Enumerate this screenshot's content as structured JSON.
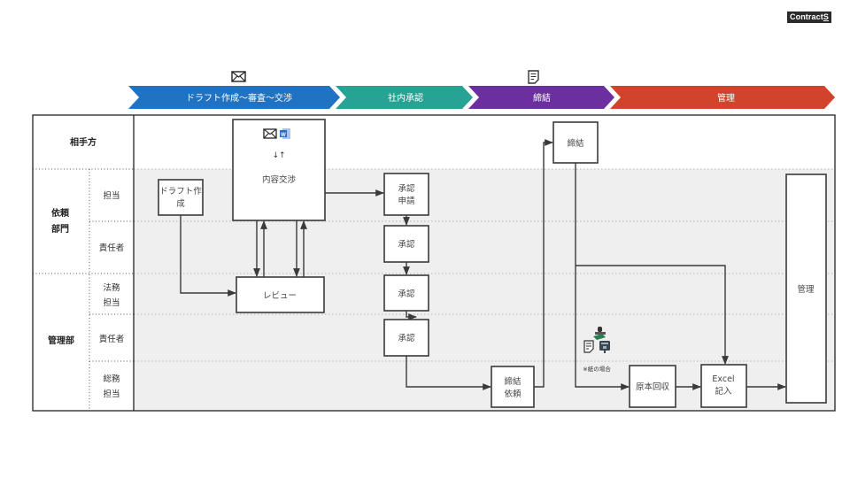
{
  "logo": {
    "text_main": "Contract",
    "text_tail": "S"
  },
  "phases": [
    {
      "label": "ドラフト作成〜審査〜交渉",
      "color": "#1f73c2",
      "icon": "envelope-icon"
    },
    {
      "label": "社内承認",
      "color": "#27a394",
      "icon": ""
    },
    {
      "label": "締結",
      "color": "#6c2fa0",
      "icon": "document-icon"
    },
    {
      "label": "管理",
      "color": "#d2432c",
      "icon": ""
    }
  ],
  "lanes": [
    {
      "group": "相手方",
      "roles": [
        ""
      ]
    },
    {
      "group": "依頼\n部門",
      "group_lines": [
        "依頼",
        "部門"
      ],
      "roles": [
        "担当",
        "責任者"
      ]
    },
    {
      "group": "管理部",
      "roles": [
        "法務\n担当",
        "責任者",
        "総務\n担当"
      ]
    }
  ],
  "role_labels": {
    "irai_tanto": "担当",
    "irai_sekinin": "責任者",
    "houmu": [
      "法務",
      "担当"
    ],
    "kanri_sekinin": "責任者",
    "soumu": [
      "総務",
      "担当"
    ]
  },
  "group_labels": {
    "aite": "相手方",
    "irai": [
      "依頼",
      "部門"
    ],
    "kanri": "管理部"
  },
  "boxes": {
    "draft": [
      "ドラフト作",
      "成"
    ],
    "negotiation": "内容交渉",
    "review": "レビュー",
    "approval_request": [
      "承認",
      "申請"
    ],
    "approval1": "承認",
    "approval2": "承認",
    "approval3": "承認",
    "signing_request": [
      "締結",
      "依頼"
    ],
    "signing": "締結",
    "original_collection": "原本回収",
    "excel_entry": [
      "Excel",
      "記入"
    ],
    "management": "管理"
  },
  "annotations": {
    "exchange_arrows": "↓↑",
    "paper_note": "※紙の場合"
  },
  "colors": {
    "lane_bg": "#efefef",
    "box_border": "#3a3a3a",
    "word_icon": "#2b6cc4"
  }
}
